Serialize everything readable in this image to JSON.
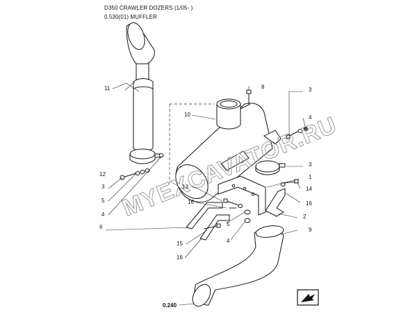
{
  "header": {
    "title": "D350 CRAWLER DOZERS (1/05- )",
    "section": "0.530(01) MUFFLER"
  },
  "watermark": "MYEXCAVATOR.RU",
  "reference": "0.240",
  "callouts": {
    "c1": "1",
    "c2": "2",
    "c3a": "3",
    "c3b": "3",
    "c4a": "4",
    "c4b": "4",
    "c4c": "4",
    "c5a": "5",
    "c5b": "5",
    "c6": "6",
    "c8": "8",
    "c9": "9",
    "c10": "10",
    "c11": "11",
    "c12": "12",
    "c13": "13",
    "c14": "14",
    "c15": "15",
    "c16a": "16",
    "c16b": "16",
    "c16c": "16"
  },
  "icons": {
    "nav": "arrow-next-page-icon"
  }
}
